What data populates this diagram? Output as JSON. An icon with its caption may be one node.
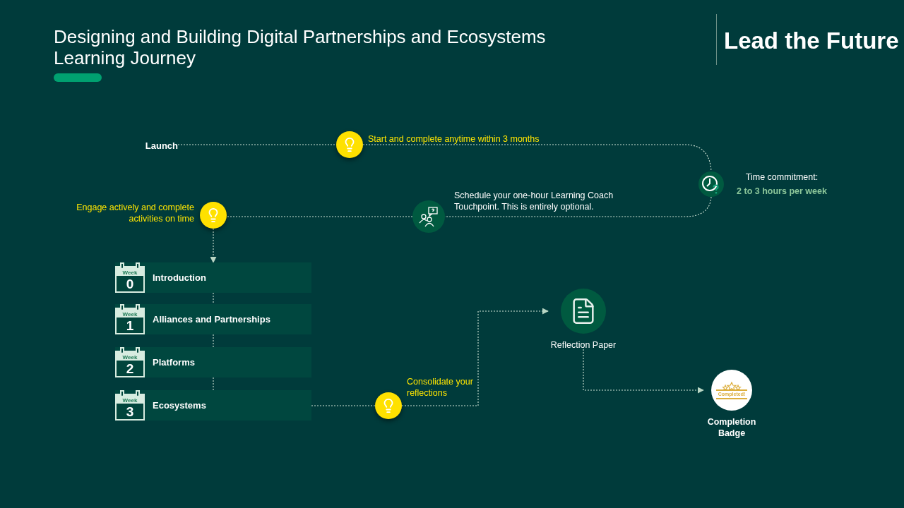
{
  "diagram": {
    "title": "Designing and Building Digital Partnerships and Ecosystems Learning Journey",
    "nodes": [
      {
        "text": [
          "Launch"
        ]
      },
      {
        "text": [],
        "shape": "circle",
        "beside": [
          "Start and complete anytime within 3 months"
        ]
      },
      {
        "text": [],
        "shape": "circle",
        "beside": [
          "Time commitment:",
          "2 to 3 hours per week"
        ]
      },
      {
        "text": [],
        "shape": "circle",
        "beside": [
          "Schedule your one-hour Learning Coach Touchpoint. This is entirely optional."
        ]
      },
      {
        "text": [],
        "shape": "circle",
        "beside": [
          "Engage actively and complete activities on time"
        ]
      },
      {
        "text": [
          "Week",
          "0",
          "Introduction"
        ]
      },
      {
        "text": [
          "Week",
          "1",
          "Alliances and Partnerships"
        ]
      },
      {
        "text": [
          "Week",
          "2",
          "Platforms"
        ]
      },
      {
        "text": [
          "Week",
          "3",
          "Ecosystems"
        ]
      },
      {
        "text": [],
        "shape": "circle",
        "beside": [
          "Consolidate your reflections"
        ]
      },
      {
        "text": [],
        "shape": "circle",
        "beside": [
          "Reflection Paper"
        ]
      },
      {
        "text": [
          "Completed!"
        ],
        "beside": [
          "Completion Badge"
        ]
      }
    ],
    "edges": [
      {
        "from": 0,
        "to": 1,
        "arrow": "none",
        "style": "dashed"
      },
      {
        "from": 1,
        "to": 2,
        "arrow": "none",
        "style": "dashed"
      },
      {
        "from": 2,
        "to": 3,
        "arrow": "none",
        "style": "dashed"
      },
      {
        "from": 3,
        "to": 4,
        "arrow": "none",
        "style": "dashed"
      },
      {
        "from": 4,
        "to": 5,
        "arrow": "to",
        "style": "dashed"
      },
      {
        "from": 5,
        "to": 6,
        "arrow": "none",
        "style": "dashed"
      },
      {
        "from": 6,
        "to": 7,
        "arrow": "none",
        "style": "dashed"
      },
      {
        "from": 7,
        "to": 8,
        "arrow": "none",
        "style": "dashed"
      },
      {
        "from": 8,
        "to": 9,
        "arrow": "none",
        "style": "dashed"
      },
      {
        "from": 9,
        "to": 10,
        "arrow": "to",
        "style": "dashed"
      },
      {
        "from": 10,
        "to": 11,
        "arrow": "to",
        "style": "dashed"
      }
    ],
    "labels": [
      "Lead the Future"
    ]
  }
}
